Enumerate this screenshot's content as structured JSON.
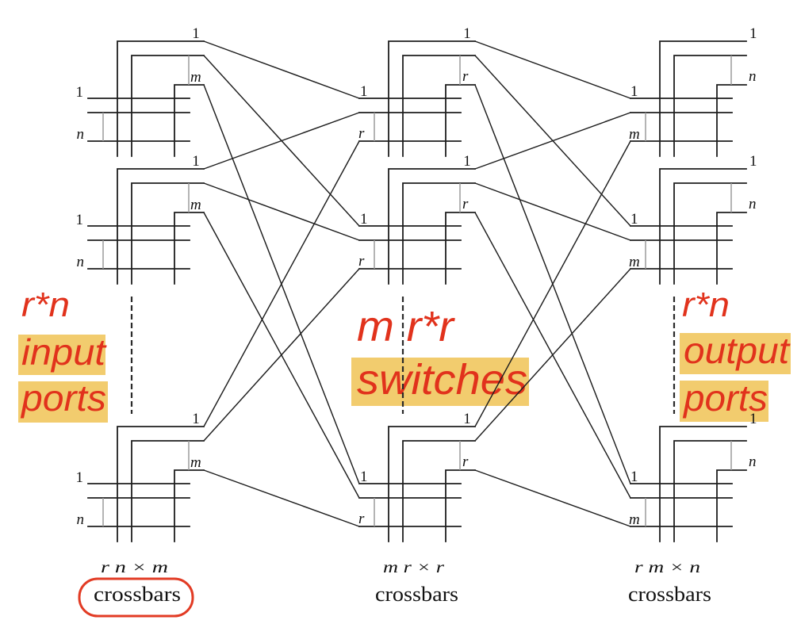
{
  "stages": [
    {
      "role": "input",
      "input_labels": {
        "first": "1",
        "last": "n"
      },
      "output_labels": {
        "first": "1",
        "last": "m"
      },
      "dims": "r n × m",
      "caption": "crossbars",
      "caption_circled": true
    },
    {
      "role": "middle",
      "input_labels": {
        "first": "1",
        "last": "r"
      },
      "output_labels": {
        "first": "1",
        "last": "r"
      },
      "dims": "m r × r",
      "caption": "crossbars",
      "caption_circled": false
    },
    {
      "role": "output",
      "input_labels": {
        "first": "1",
        "last": "m"
      },
      "output_labels": {
        "first": "1",
        "last": "n"
      },
      "dims": "r m × n",
      "caption": "crossbars",
      "caption_circled": false
    }
  ],
  "annotations": {
    "input": {
      "count": "r*n",
      "lines": [
        "input",
        "ports"
      ]
    },
    "middle": {
      "count": "m r*r",
      "lines": [
        "switches"
      ]
    },
    "output": {
      "count": "r*n",
      "lines": [
        "output",
        "ports"
      ]
    }
  },
  "colors": {
    "annotation_text": "#e1321c",
    "highlight": "#f2cc6e",
    "caption_circle": "#e23b24",
    "wire": "#1e1e1e",
    "ellipsis_bar": "#9b9b9b"
  }
}
